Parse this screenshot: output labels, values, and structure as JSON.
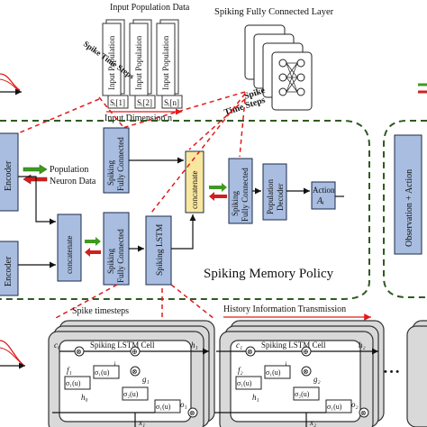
{
  "top": {
    "input_population_title": "Input Population Data",
    "spike_time_steps_rot": "Spike Time Steps",
    "input_population_label": "Input Population",
    "s1": "Sᵢ[1]",
    "s2": "Sᵢ[2]",
    "sn": "Sᵢ[n]",
    "input_dimension": "Input Dimension n",
    "sfc_title": "Spiking Fully Connected Layer",
    "spike_time_steps_right": "Spike Time Steps"
  },
  "policy": {
    "encoder": "Encoder",
    "encoder2": "Encoder",
    "population_neuron_data": "Population Neuron Data",
    "sfc1": "Spiking Fully Connected",
    "concatenate_top": "concatenate",
    "sfc2": "Spiking Fully Connected",
    "population_decoder": "Population Decoder",
    "action": "Action",
    "action_sub": "Aᵢ",
    "concatenate_bottom": "concatenate",
    "sfc3": "Spiking Fully Connected",
    "slstm": "Spiking LSTM",
    "title": "Spiking Memory Policy",
    "observation_action": "Observation + Action"
  },
  "lstm": {
    "spike_timesteps": "Spike timesteps",
    "history_transmission": "History Information Transmission",
    "cell_title_1": "Spiking LSTM Cell",
    "cell_title_2": "Spiking LSTM Cell",
    "c0": "c₀",
    "c1": "c₁",
    "h1": "h₁",
    "h2": "h₂",
    "h0": "h₀",
    "h1b": "h₁",
    "x1": "x₁",
    "x2": "x₂",
    "f1": "f₁",
    "f2": "f₂",
    "i1": "i₁",
    "i2": "i₂",
    "g1": "g₁",
    "g2": "g₂",
    "o1": "o₁",
    "o2": "o₂",
    "sigma1": "σ₁(u)",
    "sigma2": "σ₂(u)",
    "dots": "•  •  •"
  },
  "colors": {
    "box_fill": "#a8bde0",
    "concat_fill": "#f9e79f",
    "red_dash": "#e01b1b",
    "green_dash": "#2f5a22",
    "arrow_green": "#3f9a1f",
    "arrow_red": "#d02020"
  }
}
